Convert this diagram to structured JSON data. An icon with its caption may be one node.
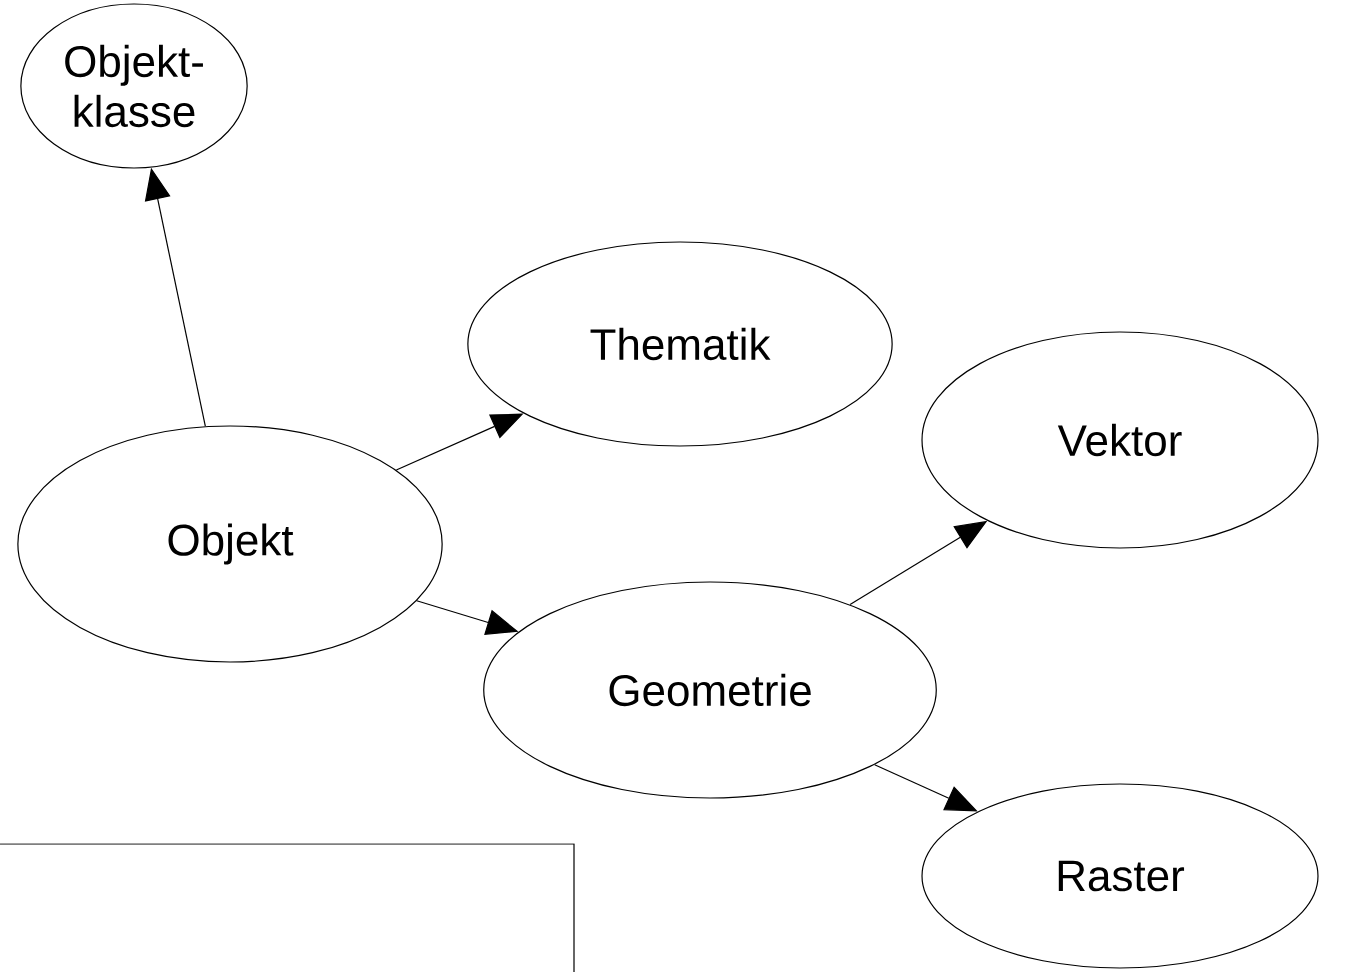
{
  "diagram": {
    "nodes": [
      {
        "text": [
          "Objekt- klasse"
        ]
      },
      {
        "text": [
          "Objekt"
        ]
      },
      {
        "text": [
          "Thematik"
        ]
      },
      {
        "text": [
          "Geometrie"
        ]
      },
      {
        "text": [
          "Vektor"
        ]
      },
      {
        "text": [
          "Raster"
        ]
      }
    ],
    "edges": [
      {
        "from": 1,
        "to": 0,
        "arrow": "to"
      },
      {
        "from": 1,
        "to": 2,
        "arrow": "to"
      },
      {
        "from": 1,
        "to": 3,
        "arrow": "to"
      },
      {
        "from": 3,
        "to": 4,
        "arrow": "to"
      },
      {
        "from": 3,
        "to": 5,
        "arrow": "to"
      }
    ]
  }
}
